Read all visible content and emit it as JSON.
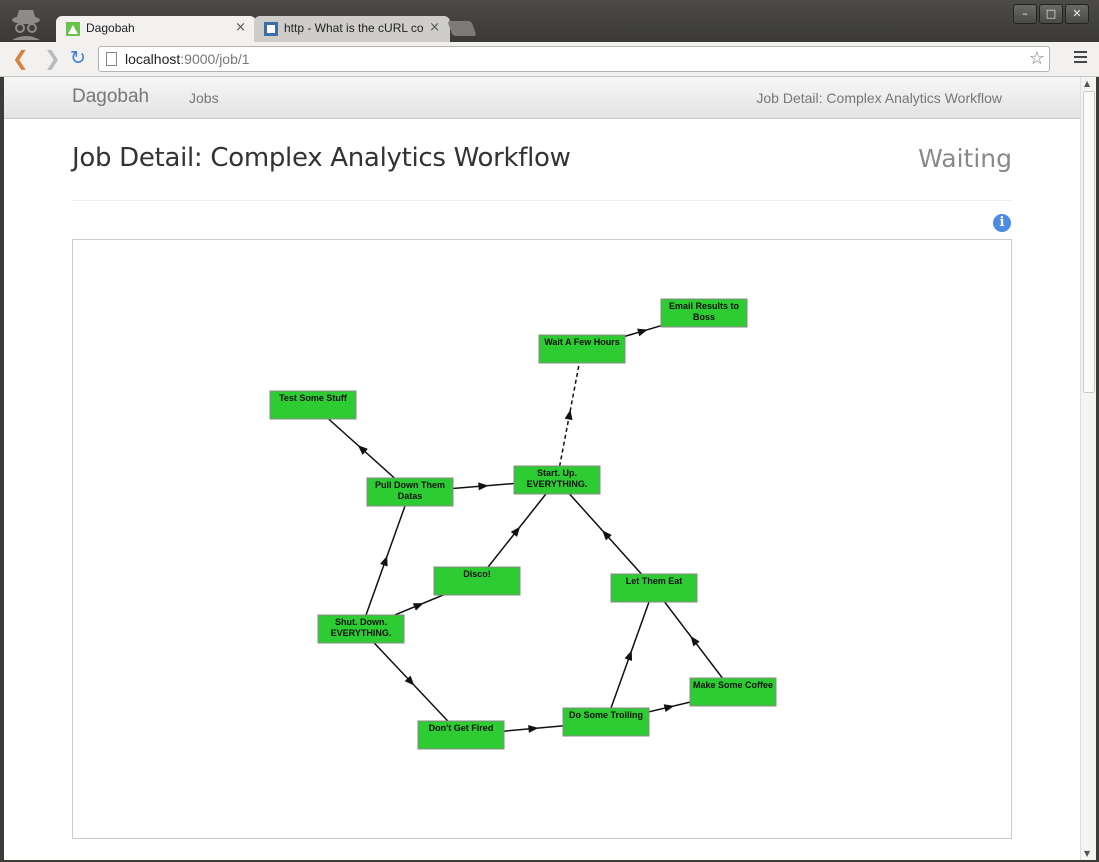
{
  "browser": {
    "tabs": [
      {
        "title": "Dagobah",
        "close": "×"
      },
      {
        "title": "http - What is the cURL command",
        "close": "×"
      }
    ],
    "url_host": "localhost",
    "url_path": ":9000/job/1"
  },
  "navbar": {
    "brand": "Dagobah",
    "jobs_link": "Jobs",
    "current": "Job Detail: Complex Analytics Workflow"
  },
  "page": {
    "title": "Job Detail: Complex Analytics Workflow",
    "status": "Waiting",
    "info_icon": "info-icon"
  },
  "graph": {
    "node_color": "#2ecc33",
    "nodes": [
      {
        "id": "email",
        "lines": [
          "Email Results to",
          "Boss"
        ]
      },
      {
        "id": "wait",
        "lines": [
          "Wait A Few Hours"
        ]
      },
      {
        "id": "test",
        "lines": [
          "Test Some Stuff"
        ]
      },
      {
        "id": "pull",
        "lines": [
          "Pull Down Them",
          "Datas"
        ]
      },
      {
        "id": "start",
        "lines": [
          "Start. Up.",
          "EVERYTHING."
        ]
      },
      {
        "id": "disco",
        "lines": [
          "Disco!"
        ]
      },
      {
        "id": "leteat",
        "lines": [
          "Let Them Eat"
        ]
      },
      {
        "id": "shut",
        "lines": [
          "Shut. Down.",
          "EVERYTHING."
        ]
      },
      {
        "id": "coffee",
        "lines": [
          "Make Some Coffee"
        ]
      },
      {
        "id": "troll",
        "lines": [
          "Do Some Trolling"
        ]
      },
      {
        "id": "fired",
        "lines": [
          "Don't Get Fired"
        ]
      }
    ],
    "edges": [
      {
        "from": "wait",
        "to": "email",
        "style": "solid"
      },
      {
        "from": "start",
        "to": "wait",
        "style": "dashed"
      },
      {
        "from": "pull",
        "to": "test",
        "style": "solid"
      },
      {
        "from": "pull",
        "to": "start",
        "style": "solid"
      },
      {
        "from": "disco",
        "to": "start",
        "style": "solid"
      },
      {
        "from": "leteat",
        "to": "start",
        "style": "solid"
      },
      {
        "from": "shut",
        "to": "pull",
        "style": "solid"
      },
      {
        "from": "shut",
        "to": "disco",
        "style": "solid"
      },
      {
        "from": "shut",
        "to": "fired",
        "style": "solid"
      },
      {
        "from": "fired",
        "to": "troll",
        "style": "solid"
      },
      {
        "from": "troll",
        "to": "leteat",
        "style": "solid"
      },
      {
        "from": "troll",
        "to": "coffee",
        "style": "solid"
      },
      {
        "from": "coffee",
        "to": "leteat",
        "style": "solid"
      }
    ]
  }
}
